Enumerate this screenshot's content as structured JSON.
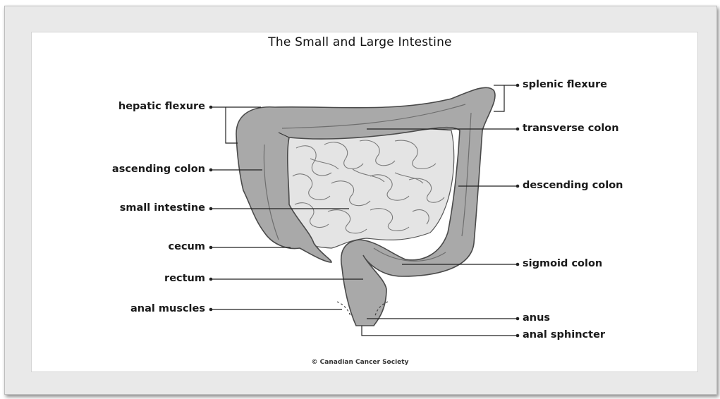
{
  "title": "The Small and Large Intestine",
  "credit": "© Canadian Cancer Society",
  "labels": {
    "hepatic_flexure": "hepatic flexure",
    "ascending_colon": "ascending colon",
    "small_intestine": "small intestine",
    "cecum": "cecum",
    "rectum": "rectum",
    "anal_muscles": "anal muscles",
    "splenic_flexure": "splenic flexure",
    "transverse_colon": "transverse colon",
    "descending_colon": "descending colon",
    "sigmoid_colon": "sigmoid colon",
    "anus": "anus",
    "anal_sphincter": "anal sphincter"
  },
  "colors": {
    "colon_fill": "#a9a9a9",
    "colon_stroke": "#4a4a4a",
    "small_intestine_fill": "#e4e4e4",
    "line": "#222222"
  }
}
